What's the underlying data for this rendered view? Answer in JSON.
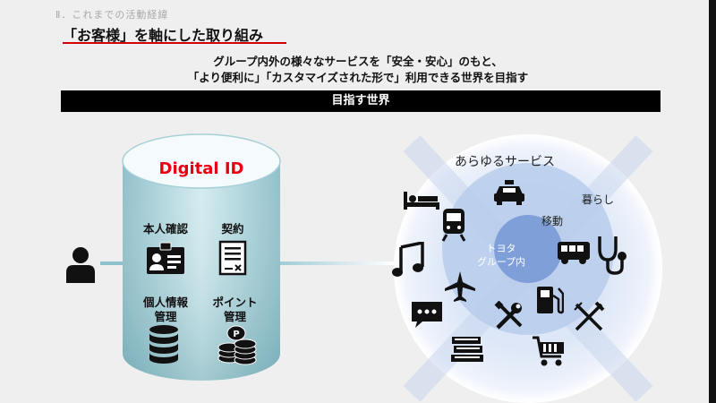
{
  "header": {
    "section": "Ⅱ．これまでの活動経緯",
    "title": "「お客様」を軸にした取り組み",
    "subtitle_line1": "グループ内外の様々なサービスを「安全・安心」のもと、",
    "subtitle_line2": "「より便利に」「カスタマイズされた形で」利用できる世界を目指す"
  },
  "banner": {
    "label": "目指す世界"
  },
  "digital_id": {
    "title": "Digital ID",
    "features": [
      {
        "label": "本人確認",
        "icon": "id-card-icon"
      },
      {
        "label": "契約",
        "icon": "contract-document-icon"
      },
      {
        "label": "個人情報\n管理",
        "icon": "database-icon"
      },
      {
        "label": "ポイント\n管理",
        "icon": "coins-icon"
      }
    ]
  },
  "services": {
    "title": "あらゆるサービス",
    "ring_outer": "暮らし",
    "ring_middle": "移動",
    "center": "トヨタ\nグループ内",
    "icons": [
      "bed-icon",
      "taxi-icon",
      "train-icon",
      "bus-icon",
      "stethoscope-icon",
      "music-icon",
      "airplane-icon",
      "fuel-pump-icon",
      "chat-icon",
      "tools-icon",
      "dining-icon",
      "books-icon",
      "shopping-cart-icon"
    ]
  },
  "colors": {
    "accent_red": "#e60012",
    "link_teal": "#8fc2cf",
    "ring_blue": "#b7ccec"
  }
}
